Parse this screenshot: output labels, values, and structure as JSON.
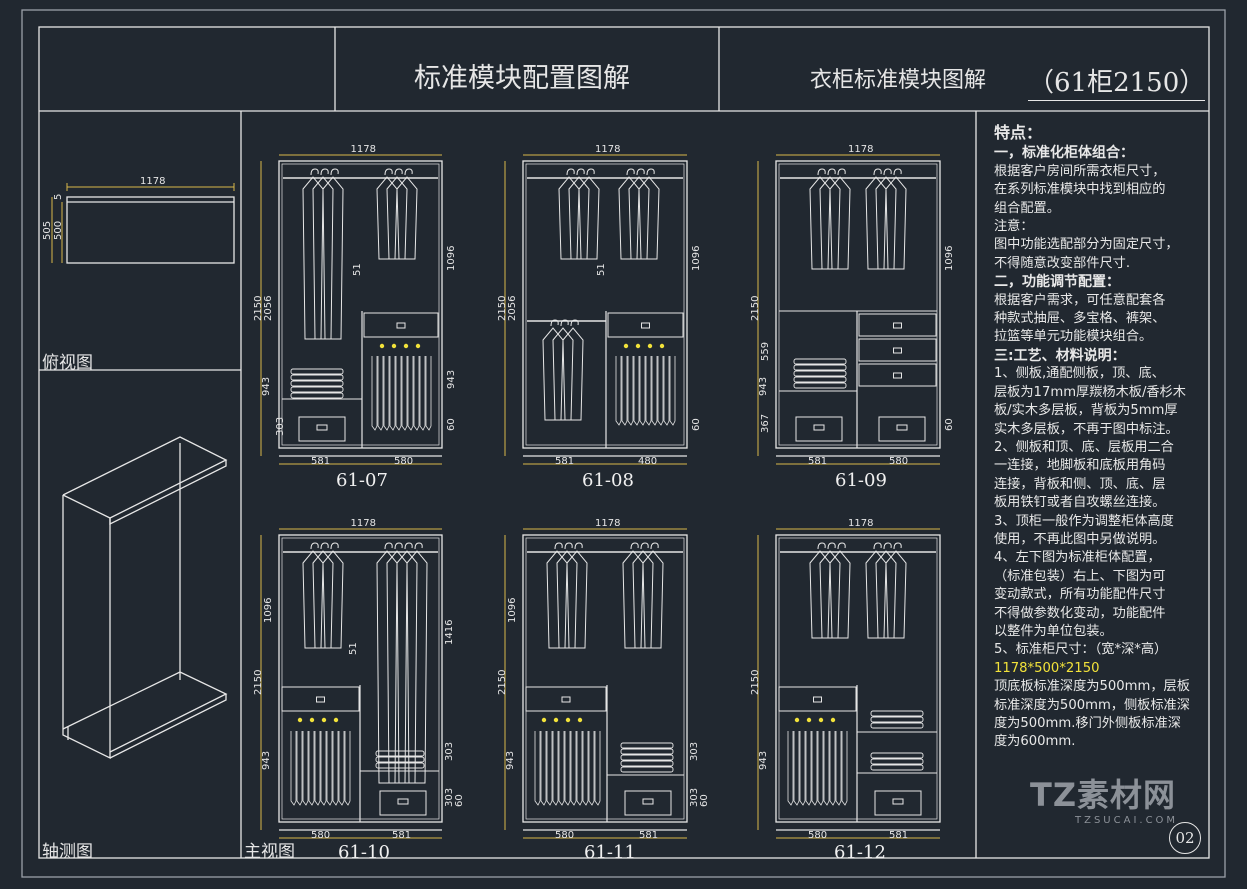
{
  "title": {
    "main": "标准模块配置图解",
    "sub": "衣柜标准模块图解",
    "code": "（61柜2150）"
  },
  "views": {
    "top": "俯视图",
    "axonometric": "轴测图",
    "front": "主视图"
  },
  "top_view": {
    "w": "1178",
    "d1": "505",
    "d2": "500",
    "d3": "5"
  },
  "modules": [
    {
      "code": "61-07",
      "w": "1178",
      "h": "2150",
      "h2": "2056",
      "hang": "1096",
      "gap": "51",
      "lower": "943",
      "base": "303",
      "plinth": "60",
      "left": "581",
      "right": "580"
    },
    {
      "code": "61-08",
      "w": "1178",
      "h": "2150",
      "h2": "2056",
      "hang": "1096",
      "gap": "51",
      "plinth": "60",
      "left": "581",
      "right": "480"
    },
    {
      "code": "61-09",
      "w": "1178",
      "h": "2150",
      "hang": "1096",
      "mid": "559",
      "lower": "943",
      "base": "367",
      "plinth": "60",
      "left": "581",
      "right": "580"
    },
    {
      "code": "61-10",
      "w": "1178",
      "h": "2150",
      "hang": "1096",
      "tall": "1416",
      "gap": "51",
      "lower": "943",
      "shelf": "303",
      "base": "303",
      "plinth": "60",
      "left": "580",
      "right": "581"
    },
    {
      "code": "61-11",
      "w": "1178",
      "h": "2150",
      "hang": "1096",
      "lower": "943",
      "shelf": "303",
      "base": "303",
      "plinth": "60",
      "left": "580",
      "right": "581"
    },
    {
      "code": "61-12",
      "w": "1178",
      "h": "2150",
      "lower": "943",
      "left": "580",
      "right": "581"
    }
  ],
  "notes": {
    "heading": "特点：",
    "s1_title": "一，标准化柜体组合：",
    "s1_lines": [
      "根据客户房间所需衣柜尺寸，",
      "在系列标准模块中找到相应的",
      "组合配置。",
      "注意：",
      "图中功能选配部分为固定尺寸，",
      "不得随意改变部件尺寸."
    ],
    "s2_title": "二，功能调节配置：",
    "s2_lines": [
      "根据客户需求，可任意配套各",
      "种款式抽屉、多宝格、裤架、",
      "拉篮等单元功能模块组合。"
    ],
    "s3_title": "三:工艺、材料说明：",
    "s3_lines": [
      "1、侧板,通配侧板，顶、底、",
      "层板为17mm厚羰杨木板/香杉木",
      "板/实木多层板，背板为5mm厚",
      "实木多层板，不再于图中标注。",
      "2、侧板和顶、底、层板用二合",
      "一连接，地脚板和底板用角码",
      "连接，背板和侧、顶、底、层",
      "板用铁钉或者自攻螺丝连接。",
      "3、顶柜一般作为调整柜体高度",
      "使用，不再此图中另做说明。",
      "4、左下图为标准柜体配置，",
      "（标准包装）右上、下图为可",
      "变动款式，所有功能配件尺寸",
      "不得做参数化变动，功能配件",
      "以整件为单位包装。",
      "5、标准柜尺寸：（宽*深*高）"
    ],
    "size": "1178*500*2150",
    "s5_lines": [
      "顶底板标准深度为500mm，层板",
      "标准深度为500mm，侧板标准深",
      "度为500mm.移门外侧板标准深",
      "度为600mm."
    ]
  },
  "page_number": "02",
  "watermark": {
    "brand": "TZ素材网",
    "url": "TZSUCAI.COM"
  },
  "colors": {
    "background": "#212830",
    "line": "#e6e6e6",
    "dimension": "#d9b84a",
    "highlight": "#f2e23a"
  }
}
